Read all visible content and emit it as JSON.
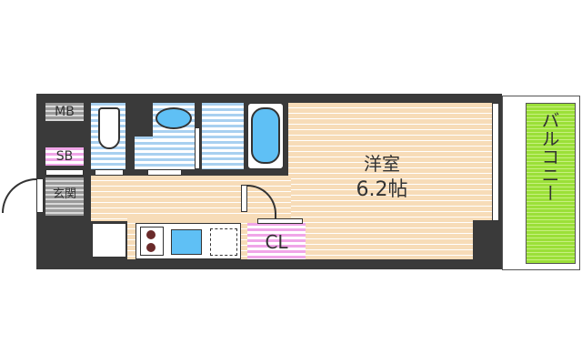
{
  "floorplan": {
    "rooms": {
      "western_room": {
        "name": "洋室",
        "size": "6.2帖"
      },
      "balcony": {
        "name": "バルコニー"
      },
      "closet": {
        "name": "CL"
      },
      "entrance": {
        "name": "玄関"
      },
      "meter_box": {
        "name": "MB"
      },
      "shoe_box": {
        "name": "SB"
      }
    },
    "colors": {
      "wall": "#3a3a3a",
      "floor": "#f7dcb8",
      "wet_area": "#a8d0f0",
      "storage": "#f0a6e8",
      "balcony": "#9be038",
      "entrance": "#9a9a9a"
    }
  }
}
